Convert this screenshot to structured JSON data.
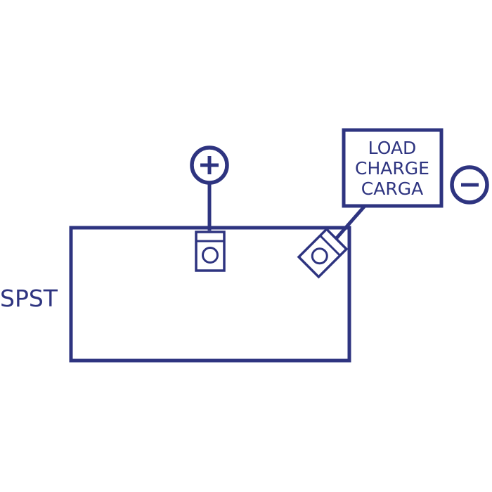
{
  "diagram": {
    "switch_label": "SPST",
    "load_lines": [
      "LOAD",
      "CHARGE",
      "CARGA"
    ],
    "positive_symbol": "+",
    "negative_symbol": "−",
    "color": "#2e3480"
  }
}
